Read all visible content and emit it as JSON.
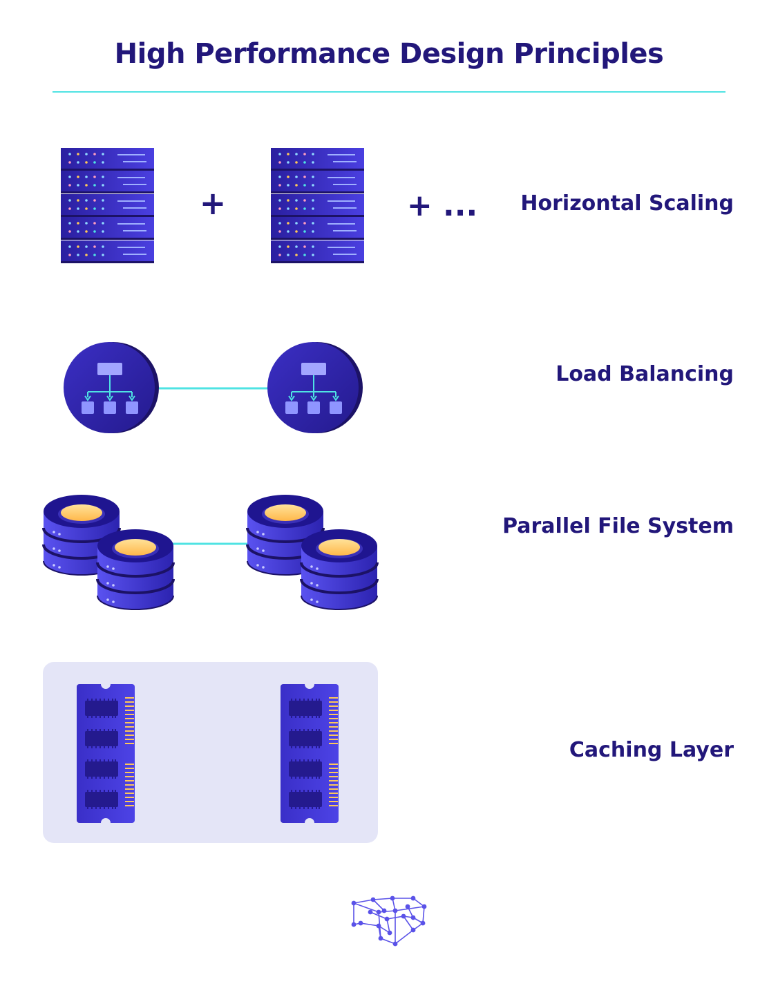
{
  "title": "High Performance Design Principles",
  "principles": [
    {
      "label": "Horizontal Scaling",
      "icon": "server-rack-icon"
    },
    {
      "label": "Load Balancing",
      "icon": "load-balancer-icon"
    },
    {
      "label": "Parallel File System",
      "icon": "storage-stack-icon"
    },
    {
      "label": "Caching Layer",
      "icon": "memory-module-icon"
    }
  ],
  "scaling_symbols": {
    "plus": "+",
    "plus_more": "+ ..."
  },
  "colors": {
    "navy": "#22177a",
    "indigo": "#3d31c8",
    "cyan": "#4fe3e3",
    "gold": "#ffc857",
    "lavender_panel": "#e4e5f7"
  }
}
